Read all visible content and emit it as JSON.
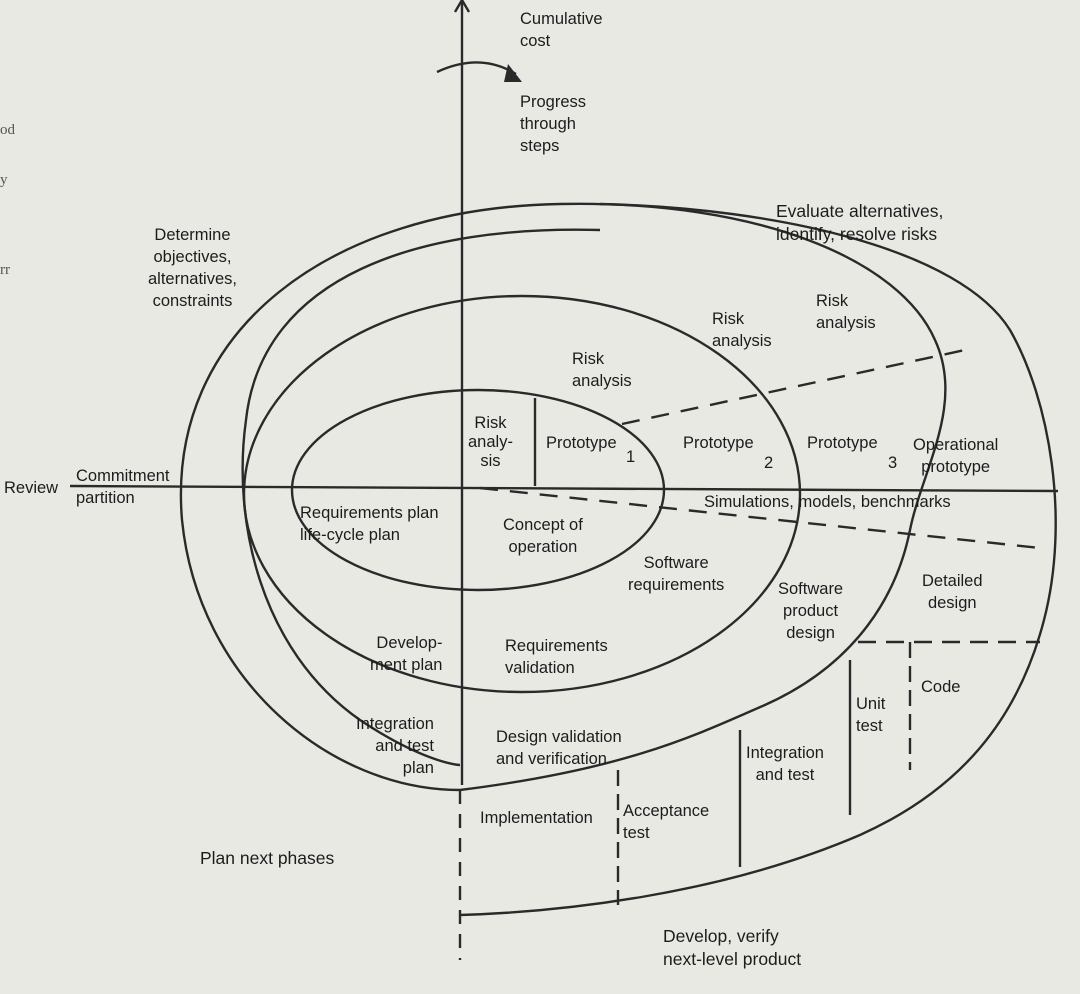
{
  "axes": {
    "cumulative_cost": "Cumulative\ncost",
    "progress": "Progress\nthrough\nsteps",
    "review": "Review",
    "commitment_partition": "Commitment\npartition"
  },
  "quadrants": {
    "objectives": "Determine\nobjectives,\nalternatives,\nconstraints",
    "evaluate": "Evaluate alternatives,\nidentify, resolve risks",
    "develop": "Develop, verify\nnext-level product",
    "plan": "Plan next phases"
  },
  "risk": {
    "r1": "Risk\nanaly-\nsis",
    "r2": "Risk\nanalysis",
    "r3": "Risk\nanalysis",
    "r4": "Risk\nanalysis"
  },
  "prototypes": {
    "p1": "Prototype",
    "p1_num": "1",
    "p2": "Prototype",
    "p2_num": "2",
    "p3": "Prototype",
    "p3_num": "3",
    "operational": "Operational\nprototype"
  },
  "simulations": "Simulations, models, benchmarks",
  "develop_items": {
    "concept": "Concept of\noperation",
    "sw_requirements": "Software\nrequirements",
    "req_validation": "Requirements\nvalidation",
    "sw_product_design": "Software\nproduct\ndesign",
    "detailed_design": "Detailed\ndesign",
    "code": "Code",
    "unit_test": "Unit\ntest",
    "integration_test": "Integration\nand test",
    "acceptance_test": "Acceptance\ntest",
    "implementation": "Implementation",
    "design_validation": "Design validation\nand verification"
  },
  "plan_items": {
    "requirements_plan": "Requirements plan\nlife-cycle plan",
    "development_plan": "Develop-\nment plan",
    "integration_plan": "Integration\nand test\nplan"
  },
  "edge_fragments": {
    "e1": "od",
    "e2": "y",
    "e3": "rr"
  }
}
